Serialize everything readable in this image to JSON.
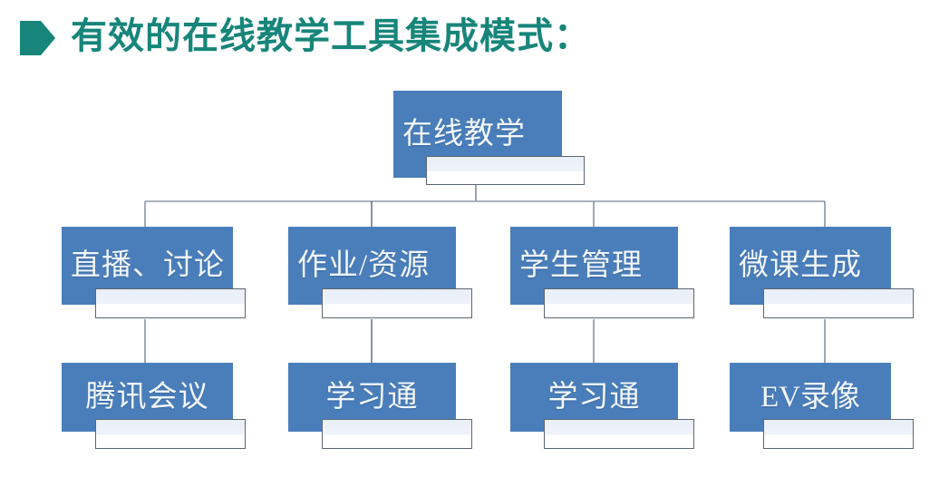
{
  "title": {
    "text": "有效的在线教学工具集成模式：",
    "bullet_icon": "arrow-right-pentagon-icon",
    "color": "#17857a"
  },
  "theme": {
    "node_fill": "#4a7ebb",
    "node_text": "#f2f7fc",
    "plate_border": "#5c6670",
    "connector": "#6a7d92",
    "background": "#ffffff"
  },
  "diagram": {
    "type": "organization-chart",
    "levels": 3,
    "root": {
      "id": "root",
      "label": "在线教学"
    },
    "branches": [
      {
        "id": "branch-1",
        "label": "直播、讨论",
        "child": {
          "id": "leaf-1",
          "label": "腾讯会议"
        }
      },
      {
        "id": "branch-2",
        "label": "作业/资源",
        "child": {
          "id": "leaf-2",
          "label": "学习通"
        }
      },
      {
        "id": "branch-3",
        "label": "学生管理",
        "child": {
          "id": "leaf-3",
          "label": "学习通"
        }
      },
      {
        "id": "branch-4",
        "label": "微课生成",
        "child": {
          "id": "leaf-4",
          "label": "EV录像"
        }
      }
    ]
  }
}
